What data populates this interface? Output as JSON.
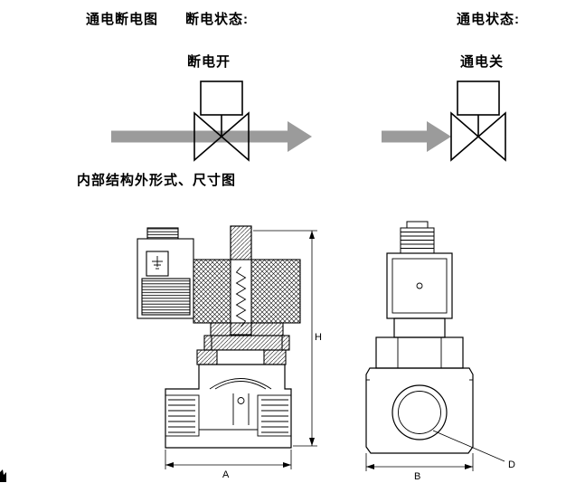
{
  "labels": {
    "diagram_title": "通电断电图",
    "power_off_state": "断电状态:",
    "power_on_state": "通电状态:",
    "power_off_valve": "断电开",
    "power_on_valve": "通电关",
    "section_title": "内部结构外形式、尺寸图"
  },
  "dimensions": {
    "height": "H",
    "front_width": "A",
    "side_width": "B",
    "port_diameter": "D"
  },
  "colors": {
    "background": "#ffffff",
    "line": "#000000",
    "flow_arrow": "#9b9b9b"
  }
}
